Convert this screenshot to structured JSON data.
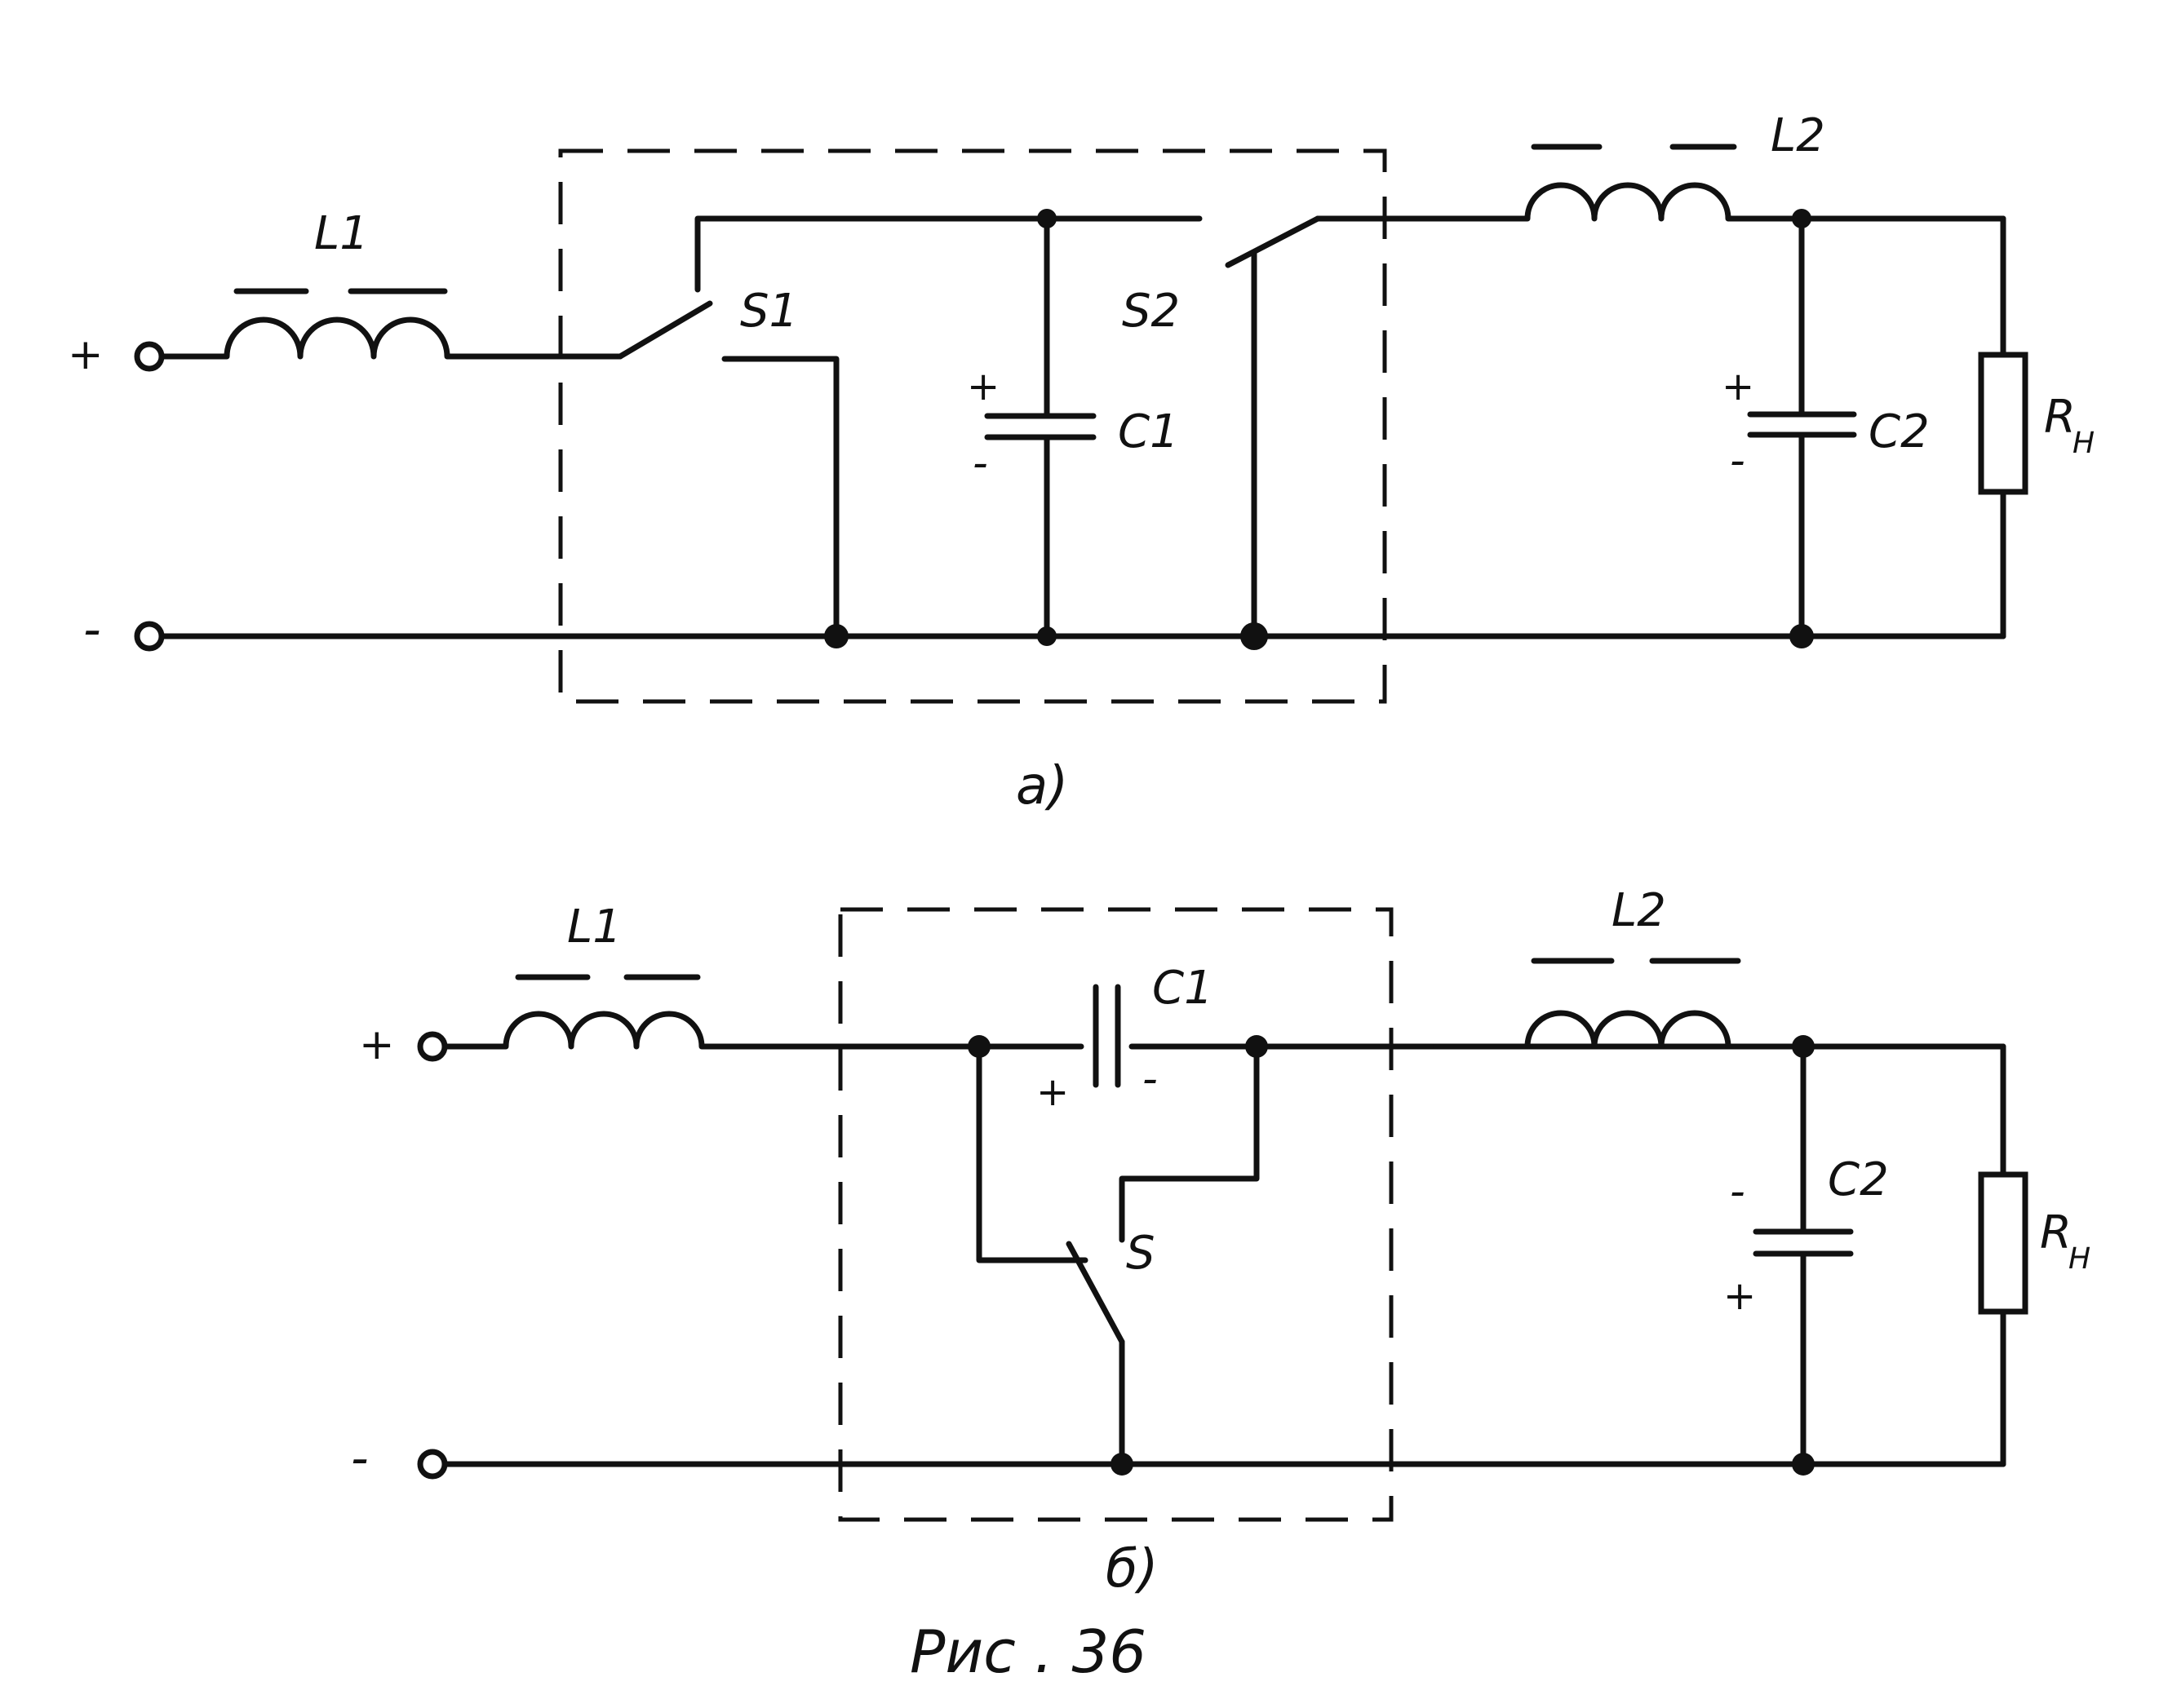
{
  "figure": {
    "caption": "Рис . 36"
  },
  "circuit_a": {
    "sublabel": "а)",
    "terminal_plus": "+",
    "terminal_minus": "-",
    "l1": "L1",
    "l2": "L2",
    "s1": "S1",
    "s2": "S2",
    "c1": "C1",
    "c2": "C2",
    "c1_plus": "+",
    "c1_minus": "-",
    "c2_plus": "+",
    "c2_minus": "-",
    "rload_main": "R",
    "rload_sub": "Н"
  },
  "circuit_b": {
    "sublabel": "б)",
    "terminal_plus": "+",
    "terminal_minus": "-",
    "l1": "L1",
    "l2": "L2",
    "s": "S",
    "c1": "C1",
    "c2": "C2",
    "c1_plus": "+",
    "c1_minus": "-",
    "c2_plus": "+",
    "c2_minus": "-",
    "rload_main": "R",
    "rload_sub": "Н"
  }
}
